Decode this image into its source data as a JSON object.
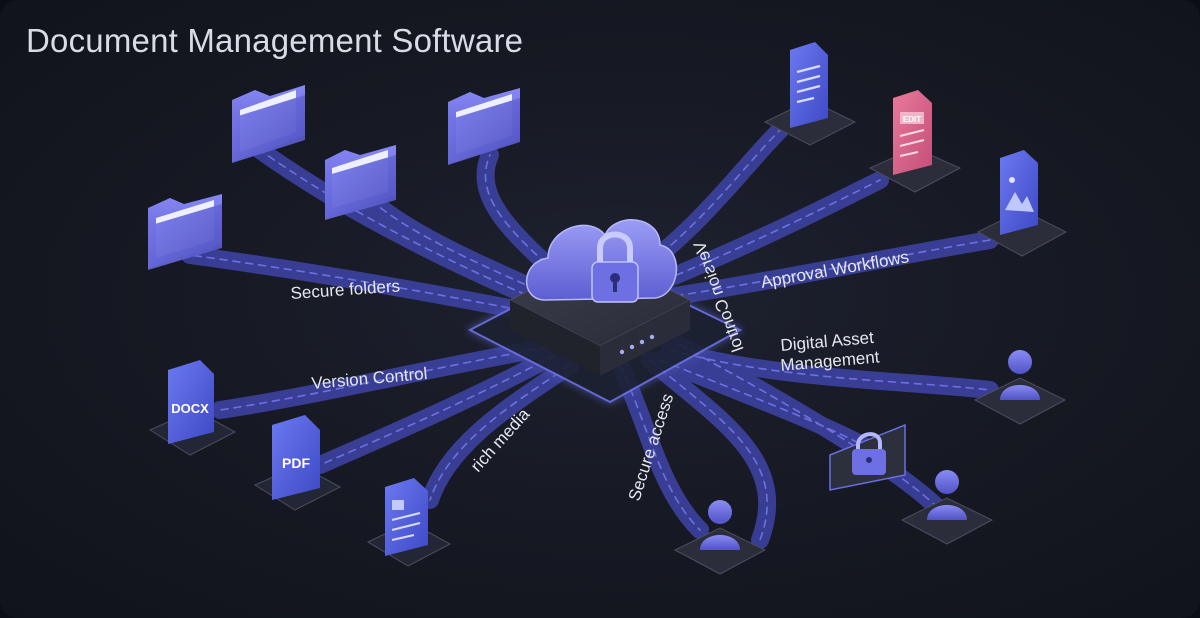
{
  "title": "Document Management Software",
  "labels": {
    "secure_folders": "Secure folders",
    "version_control": "Version Control",
    "rich_media": "rich media",
    "secure_access": "Secure access",
    "approval_workflows": "Approval Workflows",
    "digital_asset_line1": "Digital Asset",
    "digital_asset_line2": "Management",
    "mirrored_label": "Version Control"
  },
  "file_badges": {
    "docx": "DOCX",
    "pdf": "PDF",
    "edit": "EDIT"
  },
  "icons": {
    "hub": "cloud-lock-server-icon",
    "folder": "folder-icon",
    "document": "document-icon",
    "image": "image-file-icon",
    "user": "user-icon",
    "lock": "padlock-icon"
  },
  "colors": {
    "background": "#171a24",
    "accent": "#7c7ef0",
    "path": "#4a4fb8",
    "folder": "#7475e8",
    "text": "#d9dce4"
  }
}
